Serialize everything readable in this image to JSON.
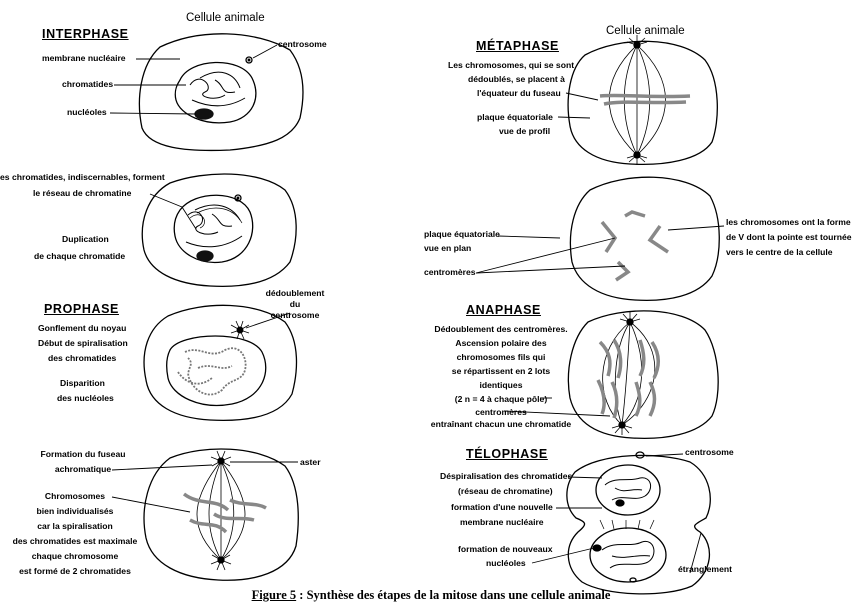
{
  "caption": {
    "figure_label": "Figure 5",
    "text": " : Synthèse des étapes de la mitose dans une cellule animale"
  },
  "left_column": {
    "cell_title": "Cellule animale",
    "interphase": {
      "title": "INTERPHASE",
      "membrane_label": "membrane nucléaire",
      "chromatides_label": "chromatides",
      "nucleoles_label": "nucléoles",
      "centrosome_label": "centrosome"
    },
    "interphase2": {
      "reseau_line1": "es chromatides, indiscernables, forment",
      "reseau_line2": "le réseau de chromatine",
      "duplication_line1": "Duplication",
      "duplication_line2": "de chaque chromatide"
    },
    "prophase": {
      "title": "PROPHASE",
      "dedoublement_line1": "dédoublement",
      "dedoublement_line2": "du",
      "dedoublement_line3": "centrosome",
      "gonflement": "Gonflement du noyau",
      "debut": "Début de spiralisation",
      "des_chromatides": "des chromatides",
      "disparition": "Disparition",
      "des_nucleoles": "des nucléoles"
    },
    "prometaphase": {
      "fuseau_line1": "Formation du fuseau",
      "fuseau_line2": "achromatique",
      "aster": "aster",
      "chromosomes_lines": [
        "Chromosomes",
        "bien individualisés",
        "car la spiralisation",
        "des chromatides est maximale",
        "chaque chromosome",
        "est formé de 2 chromatides"
      ]
    }
  },
  "right_column": {
    "cell_title": "Cellule animale",
    "metaphase": {
      "title": "MÉTAPHASE",
      "desc_lines": [
        "Les chromosomes, qui se sont",
        "dédoublés, se placent à",
        "l'équateur du fuseau"
      ],
      "plaque_line1": "plaque équatoriale",
      "plaque_line2": "vue de profil"
    },
    "metaphase2": {
      "plaque_line1": "plaque équatoriale",
      "plaque_line2": "vue en plan",
      "centromeres": "centromères",
      "forme_lines": [
        "les chromosomes ont la forme",
        "de V dont la pointe est tournée",
        "vers le centre de la cellule"
      ]
    },
    "anaphase": {
      "title": "ANAPHASE",
      "desc_lines": [
        "Dédoublement des centromères.",
        "Ascension polaire des",
        "chromosomes fils qui",
        "se répartissent en 2 lots",
        "identiques",
        "(2 n = 4 à chaque pôle)"
      ],
      "centromeres": "centromères",
      "entrainant": "entraînant chacun une chromatide"
    },
    "telophase": {
      "title": "TÉLOPHASE",
      "centrosome": "centrosome",
      "despiralisation_line1": "Déspiralisation des chromatides",
      "despiralisation_line2": "(réseau de chromatine)",
      "formation_line1": "formation d'une nouvelle",
      "formation_line2": "membrane nucléaire",
      "nouveaux_line1": "formation de nouveaux",
      "nouveaux_line2": "nucléoles",
      "etranglement": "étranglement"
    }
  }
}
